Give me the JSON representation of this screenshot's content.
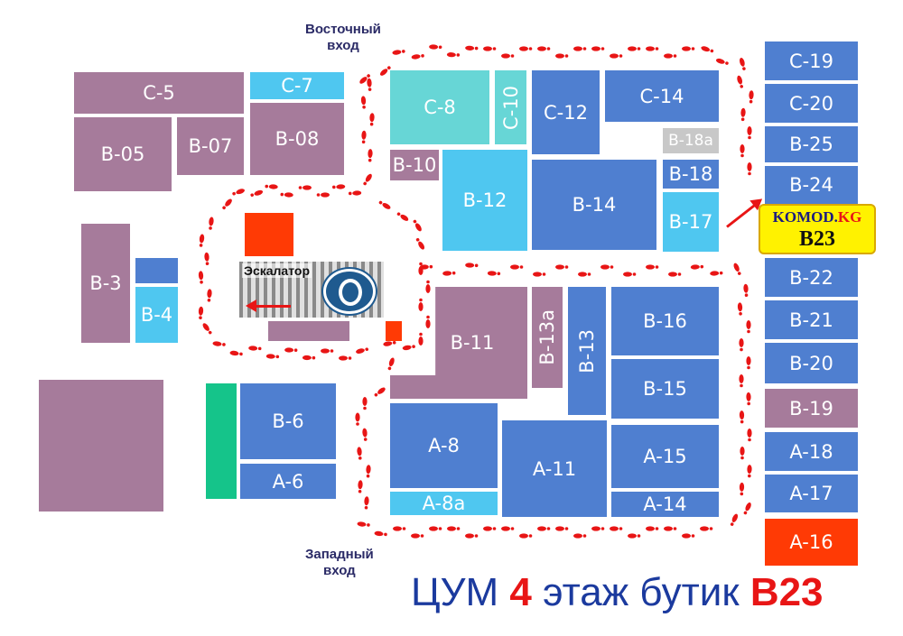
{
  "entrances": {
    "east": "Восточный\nвход",
    "west": "Западный\nвход"
  },
  "escalator_label": "Эскалатор",
  "shops": [
    {
      "label": "C-5",
      "color": "purple"
    },
    {
      "label": "C-7",
      "color": "lblue"
    },
    {
      "label": "B-05",
      "color": "purple"
    },
    {
      "label": "B-07",
      "color": "purple"
    },
    {
      "label": "B-08",
      "color": "purple"
    },
    {
      "label": "C-8",
      "color": "cyan"
    },
    {
      "label": "C-10",
      "color": "cyan"
    },
    {
      "label": "C-12",
      "color": "blue"
    },
    {
      "label": "C-14",
      "color": "blue"
    },
    {
      "label": "B-18a",
      "color": "gray"
    },
    {
      "label": "B-10",
      "color": "purple"
    },
    {
      "label": "B-12",
      "color": "lblue"
    },
    {
      "label": "B-14",
      "color": "blue"
    },
    {
      "label": "B-18",
      "color": "blue"
    },
    {
      "label": "B-17",
      "color": "lblue"
    },
    {
      "label": "B-3",
      "color": "purple"
    },
    {
      "label": "B-4",
      "color": "lblue"
    },
    {
      "label": "B-11",
      "color": "purple"
    },
    {
      "label": "B-13a",
      "color": "purple"
    },
    {
      "label": "B-13",
      "color": "blue"
    },
    {
      "label": "B-16",
      "color": "blue"
    },
    {
      "label": "B-15",
      "color": "blue"
    },
    {
      "label": "B-6",
      "color": "blue"
    },
    {
      "label": "A-6",
      "color": "blue"
    },
    {
      "label": "A-8",
      "color": "blue"
    },
    {
      "label": "A-8a",
      "color": "lblue"
    },
    {
      "label": "A-11",
      "color": "blue"
    },
    {
      "label": "A-15",
      "color": "blue"
    },
    {
      "label": "A-14",
      "color": "blue"
    },
    {
      "label": "C-19",
      "color": "blue"
    },
    {
      "label": "C-20",
      "color": "blue"
    },
    {
      "label": "B-25",
      "color": "blue"
    },
    {
      "label": "B-24",
      "color": "blue"
    },
    {
      "label": "B-22",
      "color": "blue"
    },
    {
      "label": "B-21",
      "color": "blue"
    },
    {
      "label": "B-20",
      "color": "blue"
    },
    {
      "label": "B-19",
      "color": "purple"
    },
    {
      "label": "A-18",
      "color": "blue"
    },
    {
      "label": "A-17",
      "color": "blue"
    },
    {
      "label": "A-16",
      "color": "red"
    }
  ],
  "badge": {
    "brand": "KOMOD.",
    "brand_suffix": "KG",
    "shop": "B23"
  },
  "footer": {
    "prefix": "ЦУМ ",
    "floor": "4",
    "middle": " этаж бутик ",
    "shop": "B23"
  },
  "colors": {
    "purple": "#a67b9b",
    "blue": "#4f7fd0",
    "lblue": "#4fc7f0",
    "cyan": "#67d6d6",
    "gray": "#c8c8c8",
    "red": "#ff3a05",
    "green": "#15c48a",
    "footprint": "#e81515"
  }
}
